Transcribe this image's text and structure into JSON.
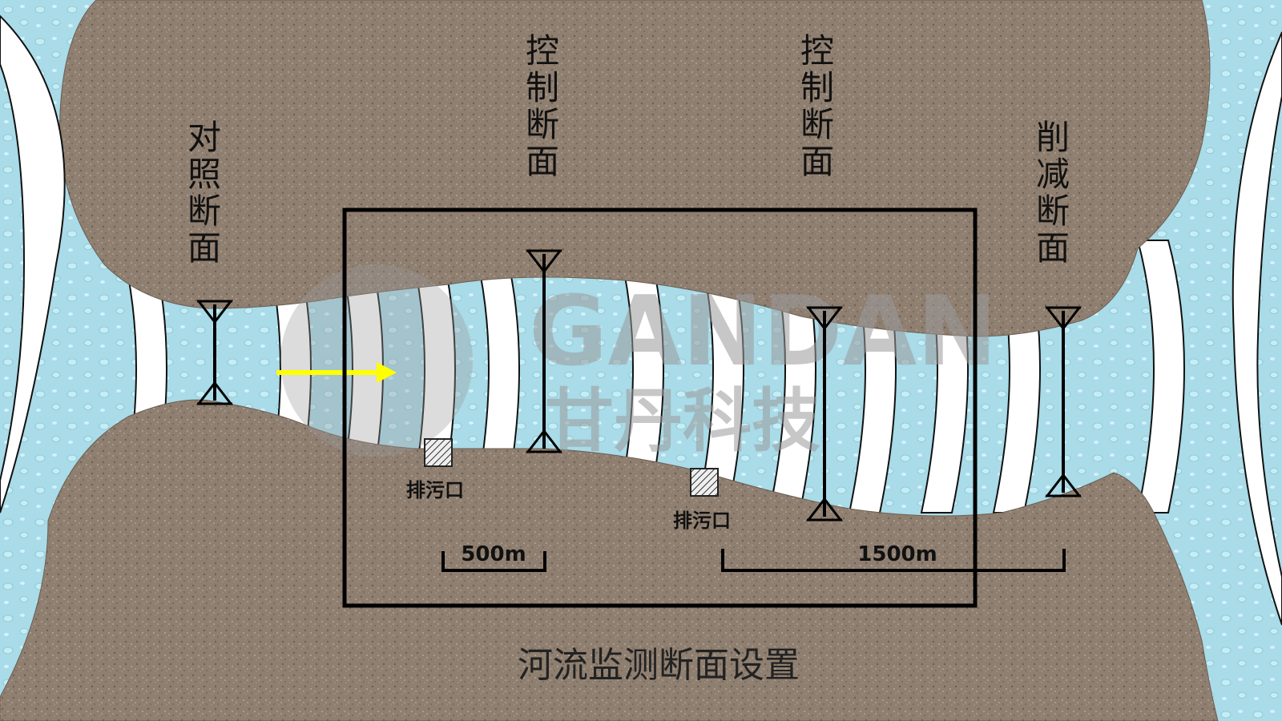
{
  "title": "河流监测断面设置",
  "sections": [
    {
      "id": "control-reference",
      "label": "对照断面"
    },
    {
      "id": "control-1",
      "label": "控制断面"
    },
    {
      "id": "control-2",
      "label": "控制断面"
    },
    {
      "id": "reduction",
      "label": "削减断面"
    }
  ],
  "outfalls": [
    {
      "label": "排污口"
    },
    {
      "label": "排污口"
    }
  ],
  "scales": [
    {
      "label": "500m"
    },
    {
      "label": "1500m"
    }
  ],
  "watermark": {
    "latin": "GANDAN",
    "chinese": "甘丹科技"
  },
  "colors": {
    "land": "#8f7f70",
    "water": "#a9dbe8",
    "flow_arrow": "#ffff00",
    "frame": "#000000"
  }
}
